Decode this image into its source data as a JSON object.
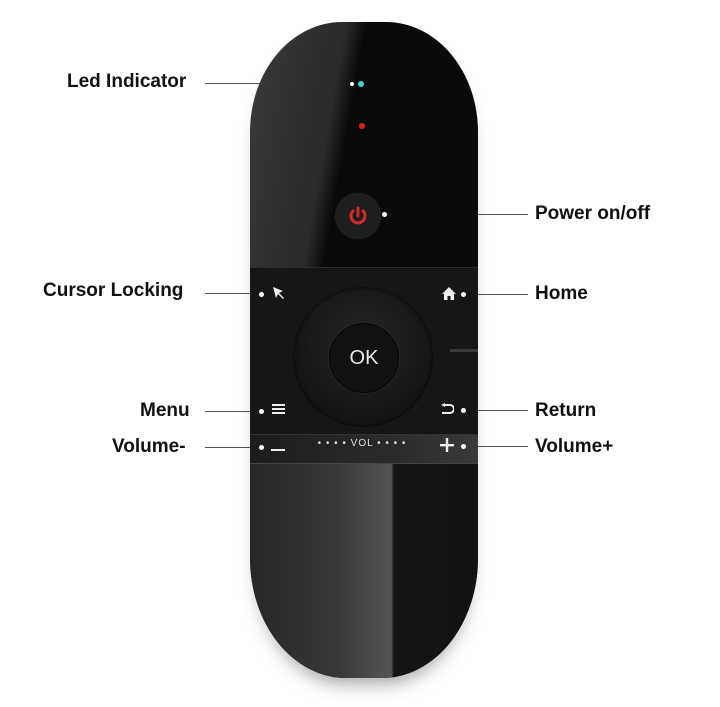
{
  "labels": {
    "led_indicator": "Led Indicator",
    "power": "Power on/off",
    "cursor_locking": "Cursor Locking",
    "home": "Home",
    "menu": "Menu",
    "return": "Return",
    "volume_minus": "Volume-",
    "volume_plus": "Volume+"
  },
  "remote": {
    "ok_label": "OK",
    "vol_label": "• • • • VOL • • • •",
    "icons": {
      "power": "⏻",
      "cursor": "➚",
      "home": "⌂",
      "menu": "≡",
      "return": "⮌",
      "minus": "—",
      "plus": "+"
    }
  },
  "colors": {
    "led_white": "#ffffff",
    "led_cyan": "#3fd6cf",
    "led_red": "#d62020",
    "power_icon": "#d42a2a"
  }
}
